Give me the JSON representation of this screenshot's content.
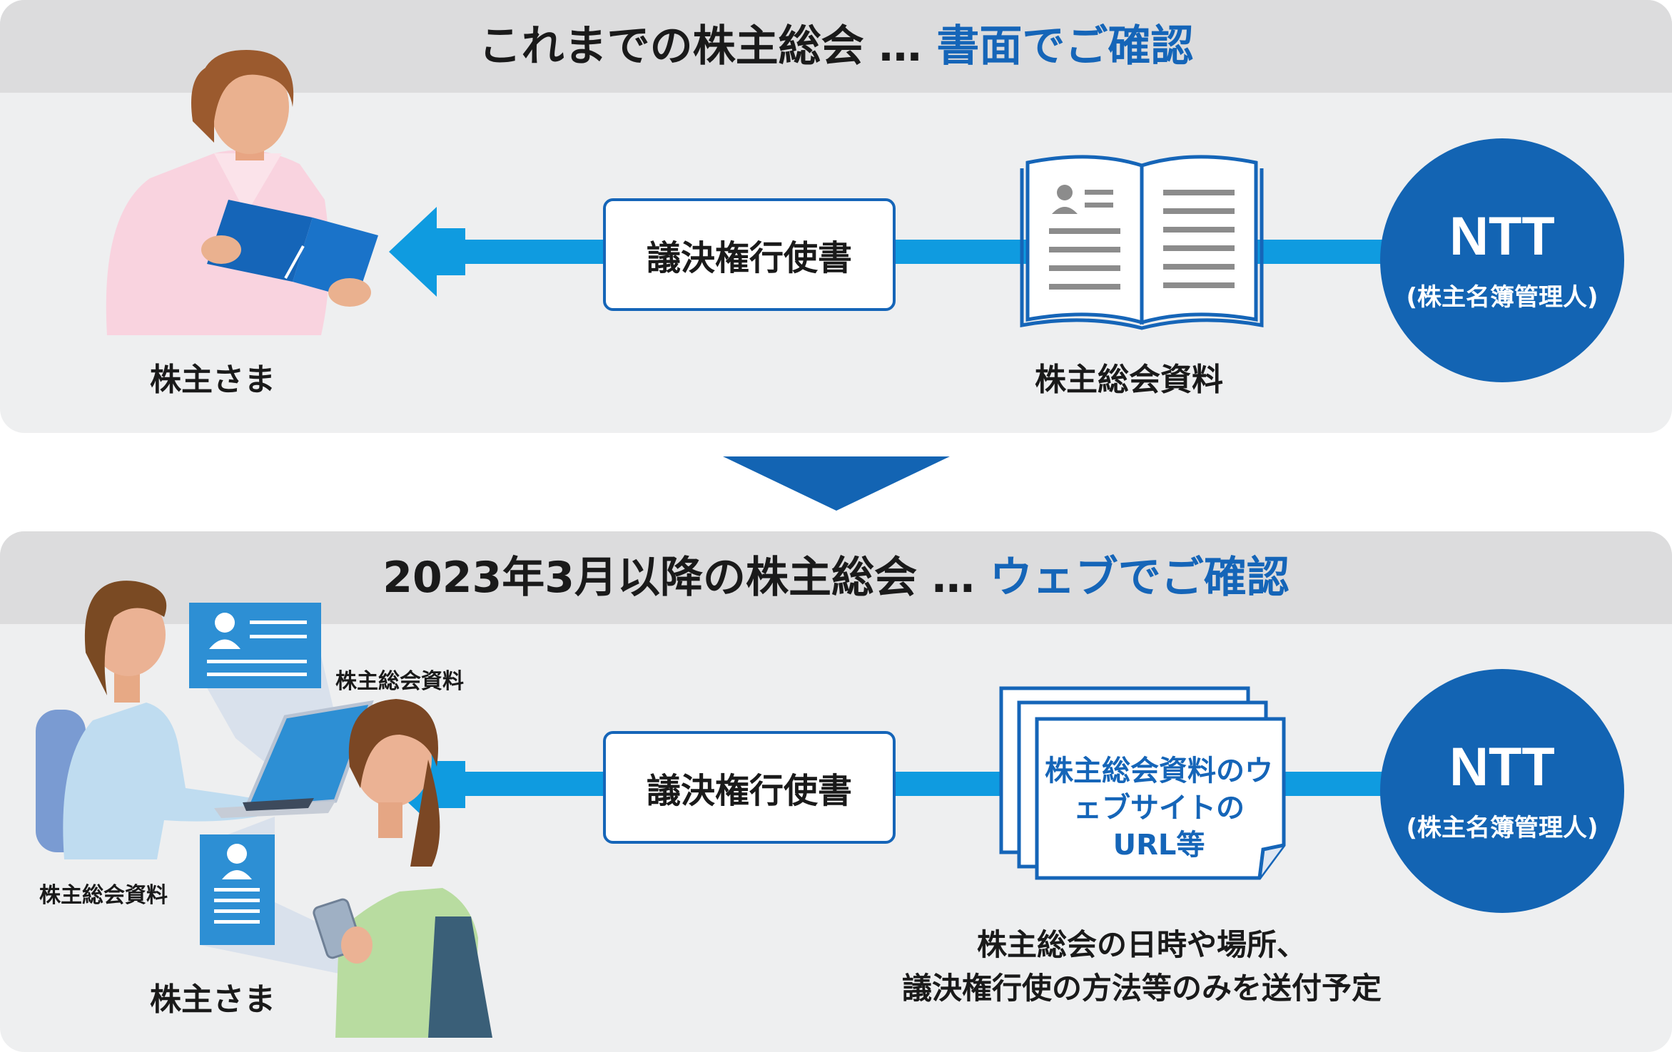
{
  "top": {
    "title_main": "これまでの株主総会 … ",
    "title_accent": "書面でご確認",
    "flow_box": "議決権行使書",
    "shareholder_label": "株主さま",
    "material_label": "株主総会資料",
    "ntt_name": "NTT",
    "ntt_role": "(株主名簿管理人)"
  },
  "bottom": {
    "title_main": "2023年3月以降の株主総会 … ",
    "title_accent": "ウェブでご確認",
    "flow_box": "議決権行使書",
    "shareholder_label": "株主さま",
    "laptop_material_label": "株主総会資料",
    "phone_material_label": "株主総会資料",
    "doc_text": "株主総会資料のウェブサイトのURL等",
    "note_line1": "株主総会の日時や場所、",
    "note_line2": "議決権行使の方法等のみを送付予定",
    "ntt_name": "NTT",
    "ntt_role": "(株主名簿管理人)"
  },
  "colors": {
    "accent_blue": "#1565b8",
    "arrow_blue": "#0f9be0",
    "ntt_blue": "#1364b3",
    "panel_bg": "#eeeff0",
    "header_bg": "#dcdcdd"
  },
  "icons": [
    "open-book-icon",
    "document-stack-icon",
    "down-arrow-icon",
    "left-arrow-icon",
    "profile-card-icon",
    "laptop-icon",
    "smartphone-icon"
  ]
}
